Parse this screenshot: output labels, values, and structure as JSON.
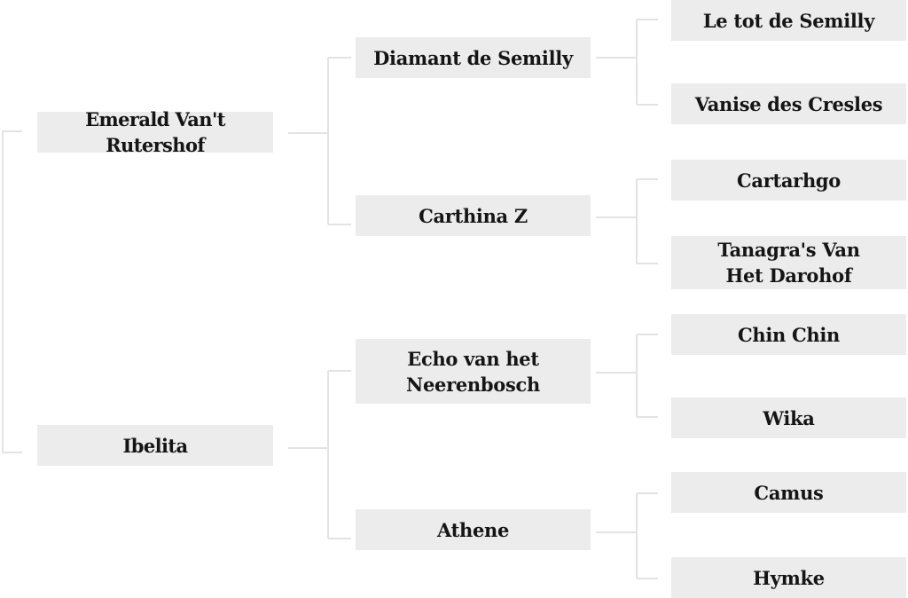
{
  "pedigree": {
    "sire": {
      "name": "Emerald Van't Rutershof",
      "sire": {
        "name": "Diamant de Semilly",
        "sire": {
          "name": "Le tot de Semilly"
        },
        "dam": {
          "name": "Vanise des Cresles"
        }
      },
      "dam": {
        "name": "Carthina Z",
        "sire": {
          "name": "Cartarhgo"
        },
        "dam": {
          "name": "Tanagra's Van Het Darohof"
        }
      }
    },
    "dam": {
      "name": "Ibelita",
      "sire": {
        "name": "Echo van het Neerenbosch",
        "sire": {
          "name": "Chin Chin"
        },
        "dam": {
          "name": "Wika"
        }
      },
      "dam": {
        "name": "Athene",
        "sire": {
          "name": "Camus"
        },
        "dam": {
          "name": "Hymke"
        }
      }
    }
  },
  "colors": {
    "box": "#ececec",
    "line": "#e3e3e3",
    "text": "#151515"
  }
}
